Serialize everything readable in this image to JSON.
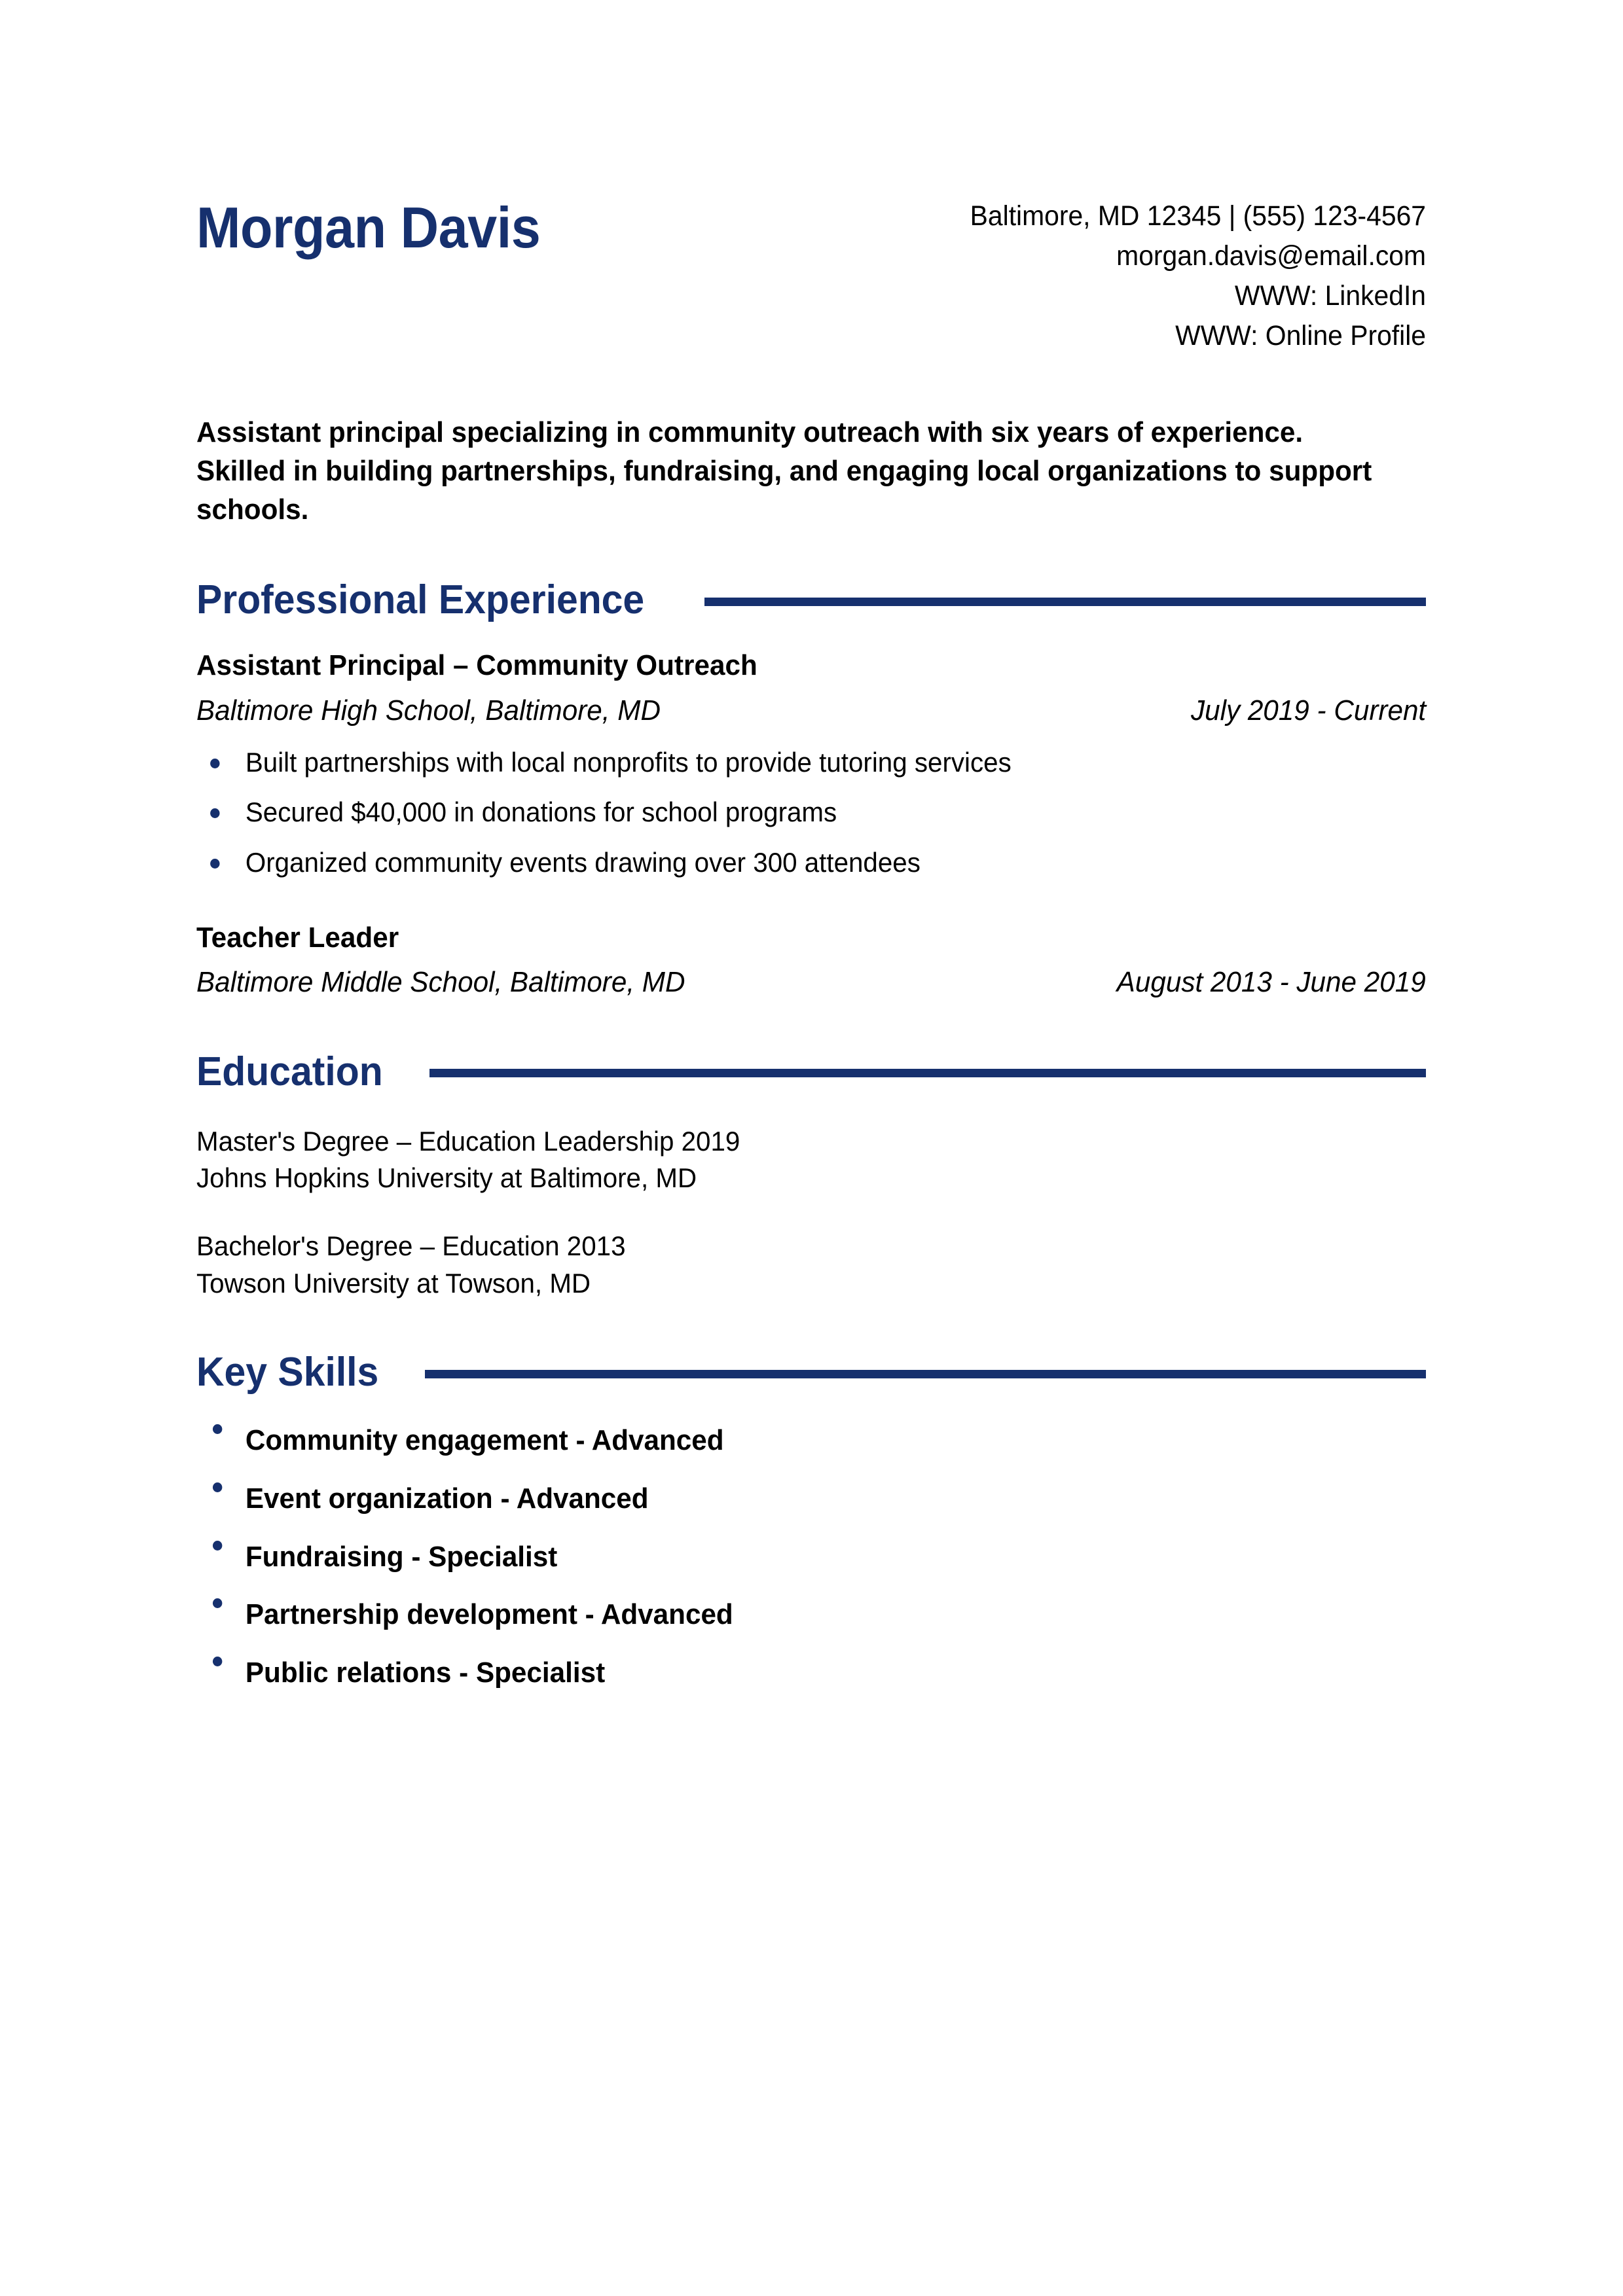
{
  "accent_color": "#16306E",
  "text_color": "#000000",
  "background_color": "#FFFFFF",
  "header": {
    "name": "Morgan Davis",
    "contact": {
      "location_phone": "Baltimore, MD 12345 | (555) 123-4567",
      "email": "morgan.davis@email.com",
      "linkedin": "WWW: LinkedIn",
      "online_profile": "WWW: Online Profile"
    }
  },
  "summary": {
    "text": "Assistant principal specializing in community outreach with six years of experience. Skilled in building partnerships, fundraising, and engaging local organizations to support schools."
  },
  "sections": {
    "experience": {
      "title": "Professional Experience",
      "jobs": [
        {
          "title": "Assistant Principal – Community Outreach",
          "organization": "Baltimore High School, Baltimore, MD",
          "dates": "July 2019 - Current",
          "bullets": [
            "Built partnerships with local nonprofits to provide tutoring services",
            "Secured $40,000 in donations for school programs",
            "Organized community events drawing over 300 attendees"
          ]
        },
        {
          "title": "Teacher Leader",
          "organization": "Baltimore Middle School, Baltimore, MD",
          "dates": "August 2013 - June 2019",
          "bullets": []
        }
      ]
    },
    "education": {
      "title": "Education",
      "entries": [
        {
          "degree": "Master's Degree – Education Leadership 2019",
          "institution": "Johns Hopkins University at Baltimore, MD"
        },
        {
          "degree": "Bachelor's Degree – Education 2013",
          "institution": "Towson University at Towson, MD"
        }
      ]
    },
    "key_skills": {
      "title": "Key Skills",
      "items": [
        "Community engagement - Advanced",
        "Event organization - Advanced",
        "Fundraising - Specialist",
        "Partnership development - Advanced",
        "Public relations - Specialist"
      ]
    }
  }
}
